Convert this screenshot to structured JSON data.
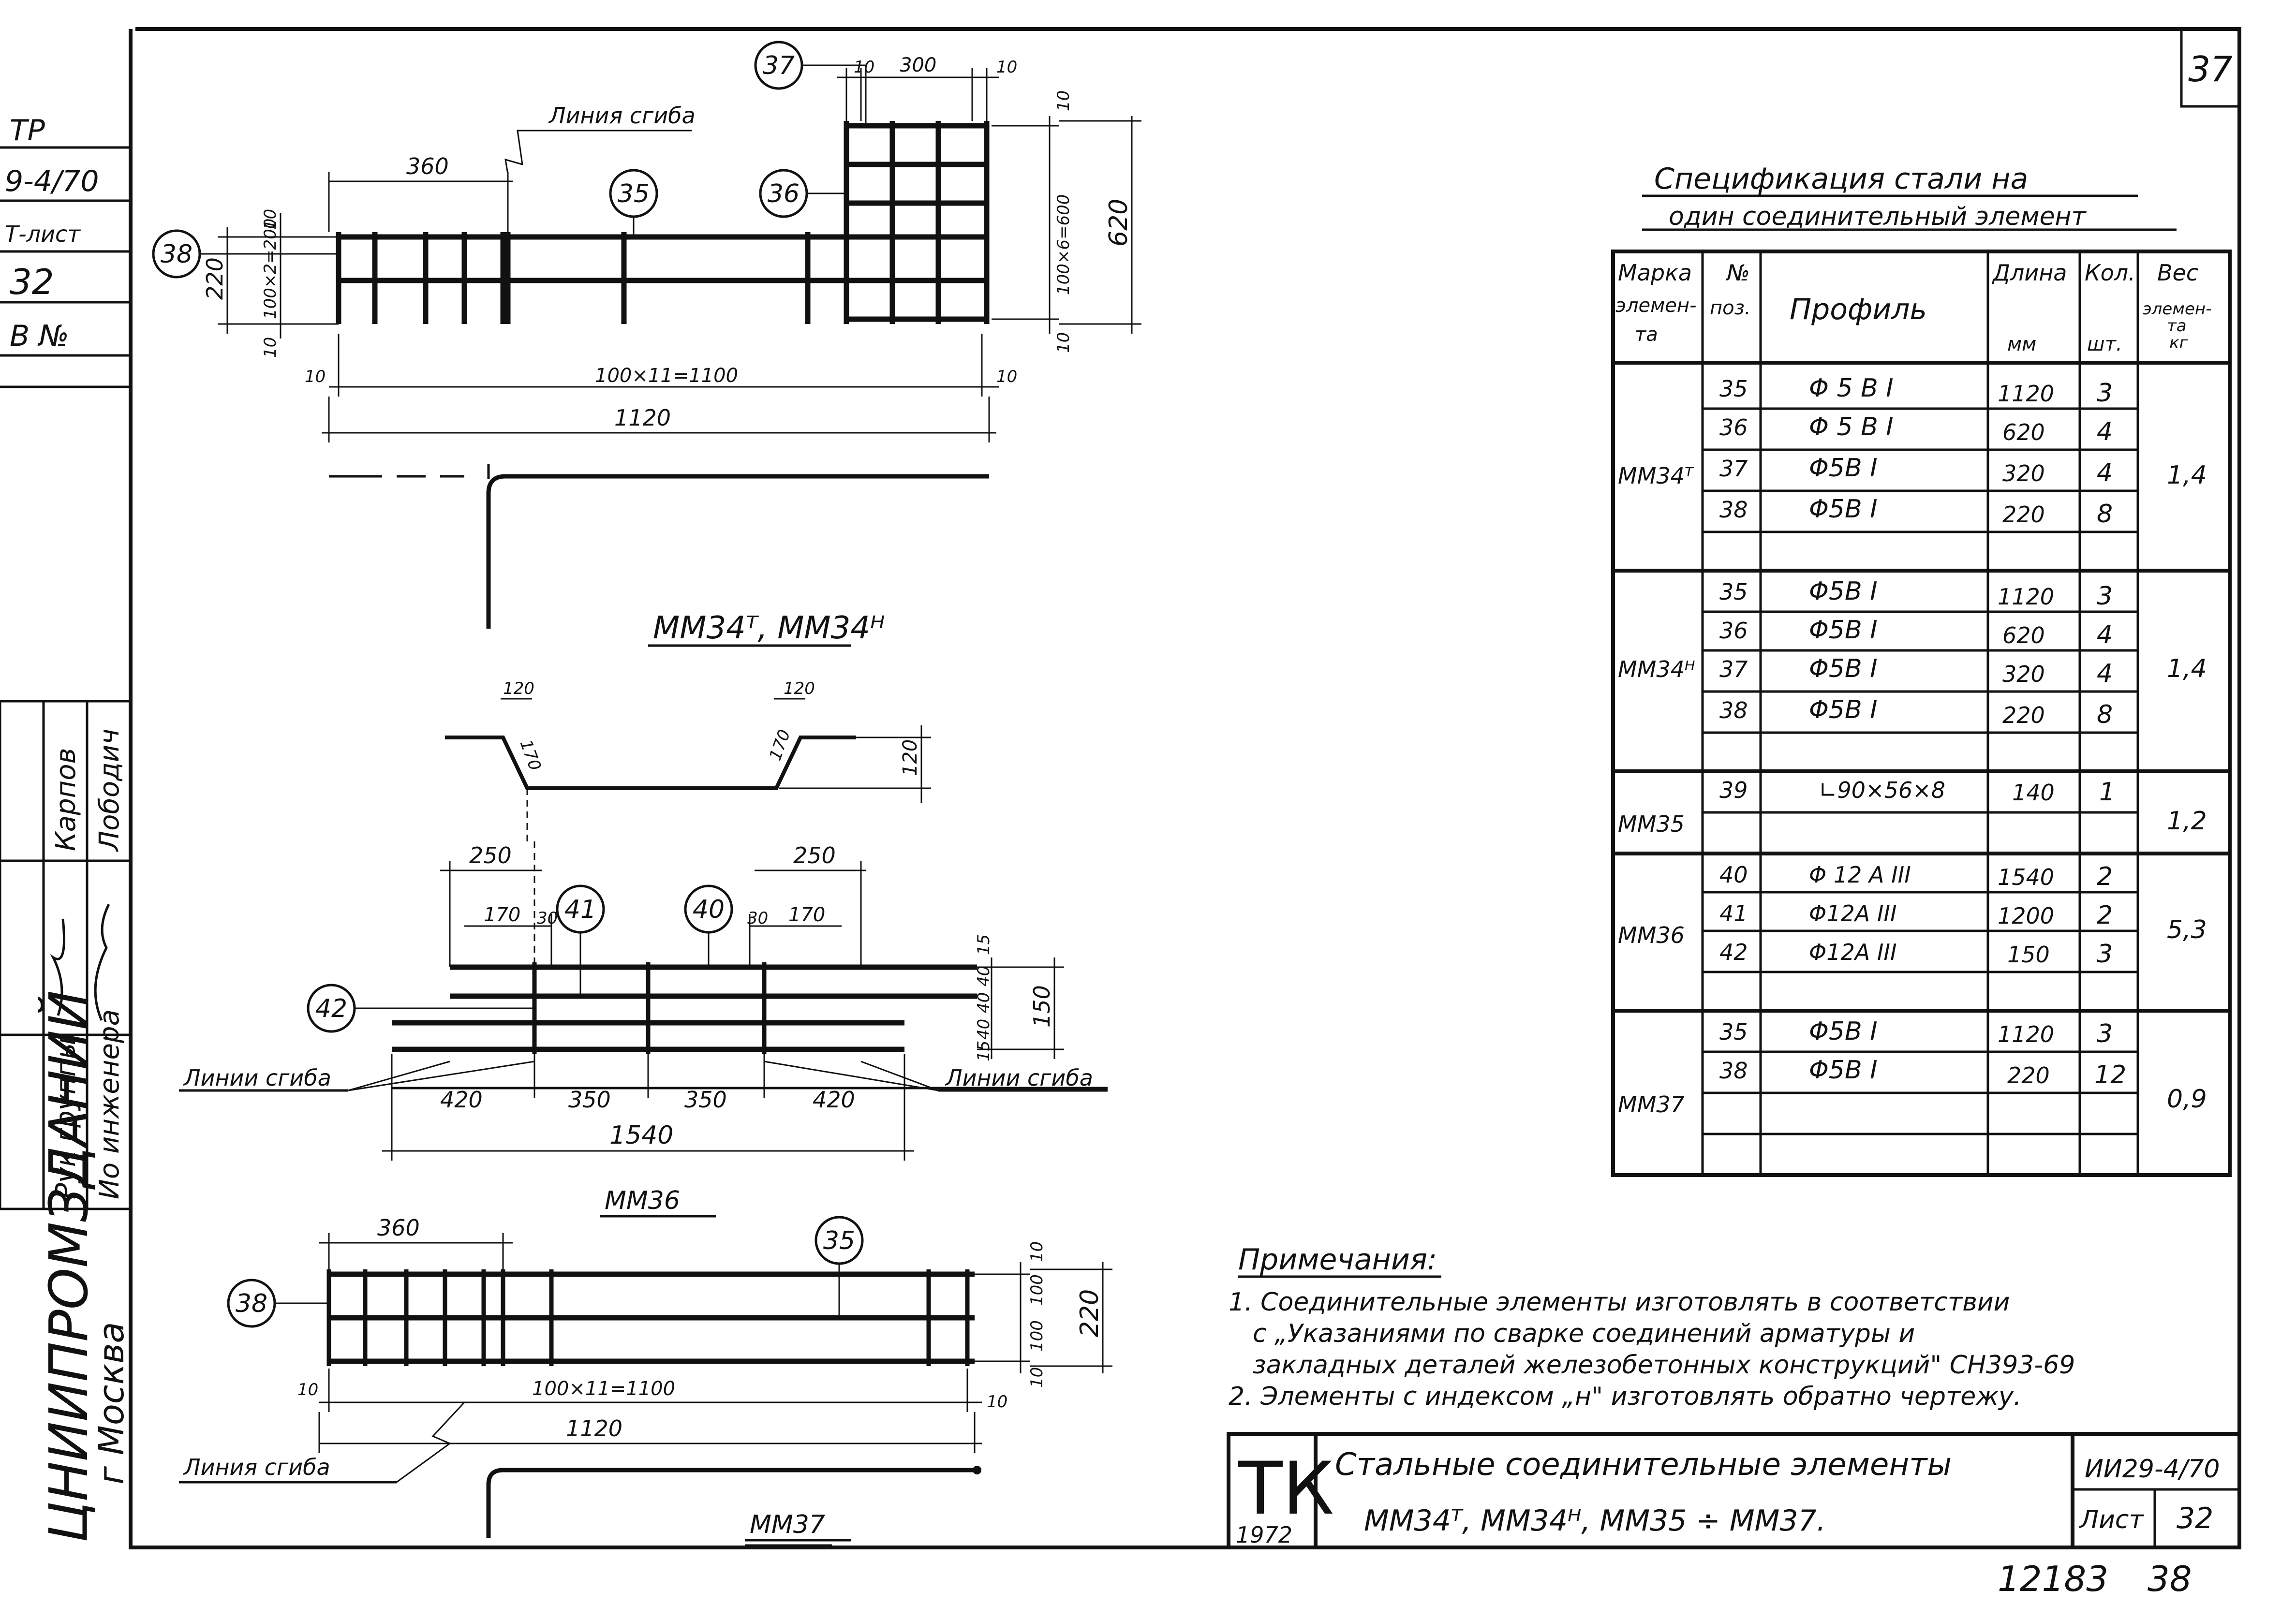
{
  "sheet": {
    "sheet_number_top": "37",
    "footer_number": "12183",
    "footer_sheet": "38"
  },
  "left_strip": {
    "stamp": [
      "ТР",
      "9-4/70",
      "Т-лист",
      "32",
      "В №"
    ],
    "signatures": {
      "role1": "Рук группы",
      "role2": "Ио инженера",
      "name1": "Карпов",
      "name2": "Лободич"
    },
    "org": "ЦНИИПРОМЗДАНИЙ",
    "city": "г Москва"
  },
  "drawing_mm34": {
    "caption": "ММ34ᵀ, ММ34ᴴ",
    "bend_label": "Линия сгиба",
    "position_marks": [
      "37",
      "35",
      "36",
      "38"
    ],
    "dimensions": {
      "top_left": "360",
      "top_grid": "300",
      "top_gap_left": "10",
      "top_gap_right": "10",
      "height_left": "220",
      "height_left_inner": "100×2=200",
      "height_right": "620",
      "height_right_inner": "100×6=600",
      "bottom_inner": "100×11=1100",
      "bottom_total": "1120",
      "side_10": "10"
    }
  },
  "drawing_mm35": {
    "dims": [
      "120",
      "120",
      "170",
      "170",
      "120"
    ]
  },
  "drawing_mm36": {
    "caption": "ММ36",
    "bend_label_left": "Линии сгиба",
    "bend_label_right": "Линии сгиба",
    "position_marks": [
      "41",
      "40",
      "42"
    ],
    "dims_top": [
      "250",
      "250",
      "170",
      "30",
      "30",
      "170"
    ],
    "dims_bottom": [
      "420",
      "350",
      "350",
      "420"
    ],
    "total": "1540",
    "height": "150",
    "height_parts": [
      "15",
      "40",
      "40",
      "40",
      "15"
    ]
  },
  "drawing_mm37": {
    "caption": "ММ37",
    "bend_label": "Линия сгиба",
    "position_marks": [
      "35",
      "38"
    ],
    "dims": {
      "top_left": "360",
      "height": "220",
      "height_parts": [
        "10",
        "100",
        "100",
        "10"
      ],
      "inner": "100×11=1100",
      "total": "1120",
      "side_10": "10"
    }
  },
  "spec_table": {
    "title_line1": "Спецификация стали на",
    "title_line2": "один соединительный элемент",
    "headers": {
      "mark": "Марка элемен-та",
      "pos": "№ поз.",
      "profile": "Профиль",
      "length": "Длина мм",
      "qty": "Кол. шт.",
      "weight": "Вес элемен-та кг"
    },
    "header_lines": {
      "mark": [
        "Марка",
        "элемен-",
        "та"
      ],
      "pos": [
        "№",
        "поз."
      ],
      "length": [
        "Длина",
        "мм"
      ],
      "qty": [
        "Кол.",
        "шт."
      ],
      "weight": [
        "Вес",
        "элемен-",
        "та",
        "кг"
      ]
    },
    "groups": [
      {
        "mark": "ММ34ᵀ",
        "weight": "1,4",
        "rows": [
          {
            "pos": "35",
            "profile": "Φ 5 В I",
            "length": "1120",
            "qty": "3"
          },
          {
            "pos": "36",
            "profile": "Φ 5 В I",
            "length": "620",
            "qty": "4"
          },
          {
            "pos": "37",
            "profile": "Φ5В I",
            "length": "320",
            "qty": "4"
          },
          {
            "pos": "38",
            "profile": "Φ5В I",
            "length": "220",
            "qty": "8"
          }
        ]
      },
      {
        "mark": "ММ34ᴴ",
        "weight": "1,4",
        "rows": [
          {
            "pos": "35",
            "profile": "Φ5В I",
            "length": "1120",
            "qty": "3"
          },
          {
            "pos": "36",
            "profile": "Φ5В I",
            "length": "620",
            "qty": "4"
          },
          {
            "pos": "37",
            "profile": "Φ5В I",
            "length": "320",
            "qty": "4"
          },
          {
            "pos": "38",
            "profile": "Φ5В I",
            "length": "220",
            "qty": "8"
          }
        ]
      },
      {
        "mark": "ММ35",
        "weight": "1,2",
        "rows": [
          {
            "pos": "39",
            "profile": "∟90×56×8",
            "length": "140",
            "qty": "1"
          }
        ]
      },
      {
        "mark": "ММ36",
        "weight": "5,3",
        "rows": [
          {
            "pos": "40",
            "profile": "Φ 12 А III",
            "length": "1540",
            "qty": "2"
          },
          {
            "pos": "41",
            "profile": "Φ12А III",
            "length": "1200",
            "qty": "2"
          },
          {
            "pos": "42",
            "profile": "Φ12А III",
            "length": "150",
            "qty": "3"
          }
        ]
      },
      {
        "mark": "ММ37",
        "weight": "0,9",
        "rows": [
          {
            "pos": "35",
            "profile": "Φ5В I",
            "length": "1120",
            "qty": "3"
          },
          {
            "pos": "38",
            "profile": "Φ5В I",
            "length": "220",
            "qty": "12"
          }
        ]
      }
    ]
  },
  "notes": {
    "title": "Примечания:",
    "lines": [
      "1. Соединительные элементы изготовлять в соответствии",
      "с „Указаниями по сварке соединений арматуры и",
      "закладных деталей железобетонных конструкций\" СН393-69",
      "2. Элементы с индексом „н\" изготовлять обратно чертежу."
    ]
  },
  "title_block": {
    "logo": "ТК",
    "year": "1972",
    "title_line1": "Стальные соединительные элементы",
    "title_line2": "ММ34ᵀ, ММ34ᴴ, ММ35 ÷ ММ37.",
    "doc_code": "ИИ29-4/70",
    "sheet_label": "Лист",
    "sheet_value": "32"
  }
}
